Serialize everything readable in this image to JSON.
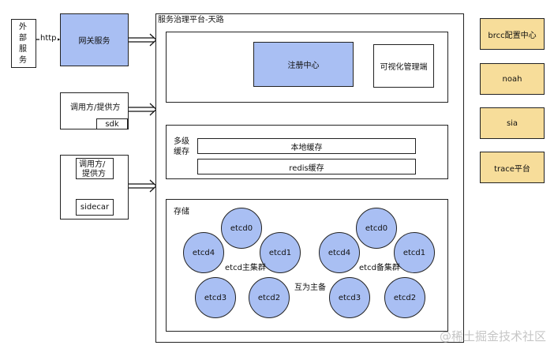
{
  "left": {
    "external_service": [
      "外",
      "部",
      "服",
      "务"
    ],
    "http_label": "http",
    "gateway": "网关服务",
    "caller1": "调用方/提供方",
    "sdk": "sdk",
    "caller2": [
      "调用方/",
      "提供方"
    ],
    "sidecar": "sidecar"
  },
  "platform": {
    "title": "服务治理平台-天路",
    "registry": "注册中心",
    "admin": "可视化管理端",
    "cache_label": [
      "多级",
      "缓存"
    ],
    "local_cache": "本地缓存",
    "redis_cache": "redis缓存",
    "storage_label": "存储",
    "cluster_main": {
      "label": "etcd主集群",
      "nodes": [
        "etcd0",
        "etcd1",
        "etcd2",
        "etcd3",
        "etcd4"
      ]
    },
    "cluster_backup": {
      "label": "etcd备集群",
      "nodes": [
        "etcd0",
        "etcd1",
        "etcd2",
        "etcd3",
        "etcd4"
      ]
    },
    "mutual_backup": "互为主备"
  },
  "right": {
    "items": [
      "brcc配置中心",
      "noah",
      "sia",
      "trace平台"
    ]
  },
  "watermark": "@稀土掘金技术社区",
  "colors": {
    "blue": "#a9bff3",
    "yellow": "#f7dd9a",
    "orange_arrow": "#e0a15a"
  }
}
